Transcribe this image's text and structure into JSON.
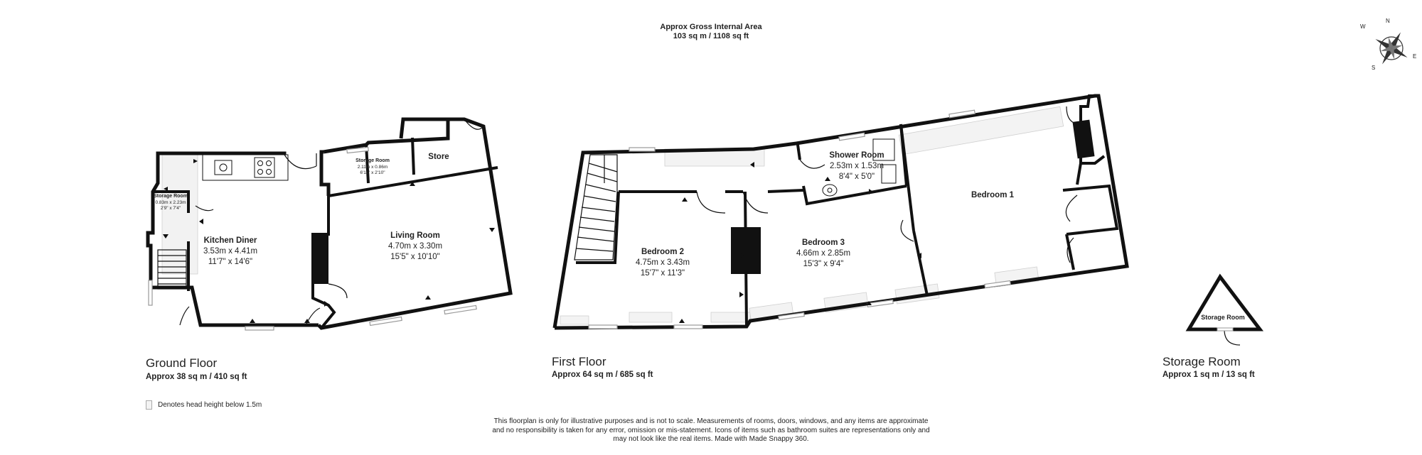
{
  "header": {
    "line1": "Approx Gross Internal Area",
    "line2": "103 sq m / 1108 sq ft"
  },
  "compass": {
    "n": "N",
    "s": "S",
    "e": "E",
    "w": "W"
  },
  "floors": [
    {
      "title": "Ground Floor",
      "area": "Approx 38 sq m / 410 sq ft"
    },
    {
      "title": "First Floor",
      "area": "Approx 64 sq m / 685 sq ft"
    },
    {
      "title": "Storage Room",
      "area": "Approx 1 sq m / 13 sq ft"
    }
  ],
  "rooms": {
    "kitchen": {
      "name": "Kitchen Diner",
      "metric": "3.53m x 4.41m",
      "imperial": "11'7\" x 14'6\""
    },
    "living": {
      "name": "Living Room",
      "metric": "4.70m x 3.30m",
      "imperial": "15'5\" x 10'10\""
    },
    "store": {
      "name": "Store"
    },
    "storage_gf_left": {
      "name": "Storage Room",
      "metric": "0.83m x 2.23m",
      "imperial": "2'9\" x 7'4\""
    },
    "storage_gf_top": {
      "name": "Storage Room",
      "metric": "2.11m x 0.86m",
      "imperial": "6'11\" x 2'10\""
    },
    "bed2": {
      "name": "Bedroom 2",
      "metric": "4.75m x 3.43m",
      "imperial": "15'7\" x 11'3\""
    },
    "bed3": {
      "name": "Bedroom 3",
      "metric": "4.66m x 2.85m",
      "imperial": "15'3\" x 9'4\""
    },
    "shower": {
      "name": "Shower Room",
      "metric": "2.53m x 1.53m",
      "imperial": "8'4\" x 5'0\""
    },
    "bed1": {
      "name": "Bedroom 1"
    },
    "storage_small": {
      "name": "Storage Room"
    }
  },
  "legend": {
    "text": "Denotes head height below 1.5m"
  },
  "disclaimer": [
    "This floorplan is only for illustrative purposes and is not to scale. Measurements of rooms, doors, windows, and any items are approximate",
    "and no responsibility is taken for any error, omission or mis-statement. Icons of items such as bathroom suites are representations only and",
    "may not look like the real items. Made with Made Snappy 360."
  ],
  "colors": {
    "wall": "#111111",
    "window": "#9a9a9a",
    "low_ceiling": "#cfcfcf"
  }
}
